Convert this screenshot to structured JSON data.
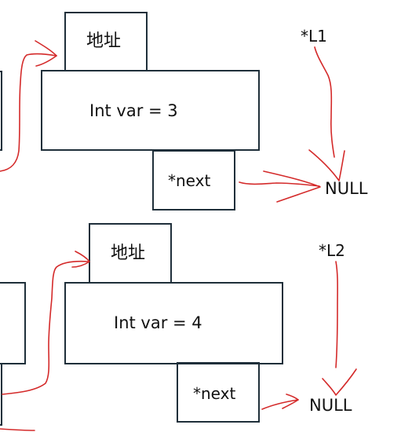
{
  "node1": {
    "address_label": "地址",
    "value_label": "Int var = 3",
    "next_label": "*next",
    "pointer_label": "*L1",
    "null_label": "NULL"
  },
  "node2": {
    "address_label": "地址",
    "value_label": "Int var = 4",
    "next_label": "*next",
    "pointer_label": "*L2",
    "null_label": "NULL"
  },
  "colors": {
    "box_border": "#1f2f3a",
    "ink": "#d42a2a",
    "text": "#111111"
  }
}
